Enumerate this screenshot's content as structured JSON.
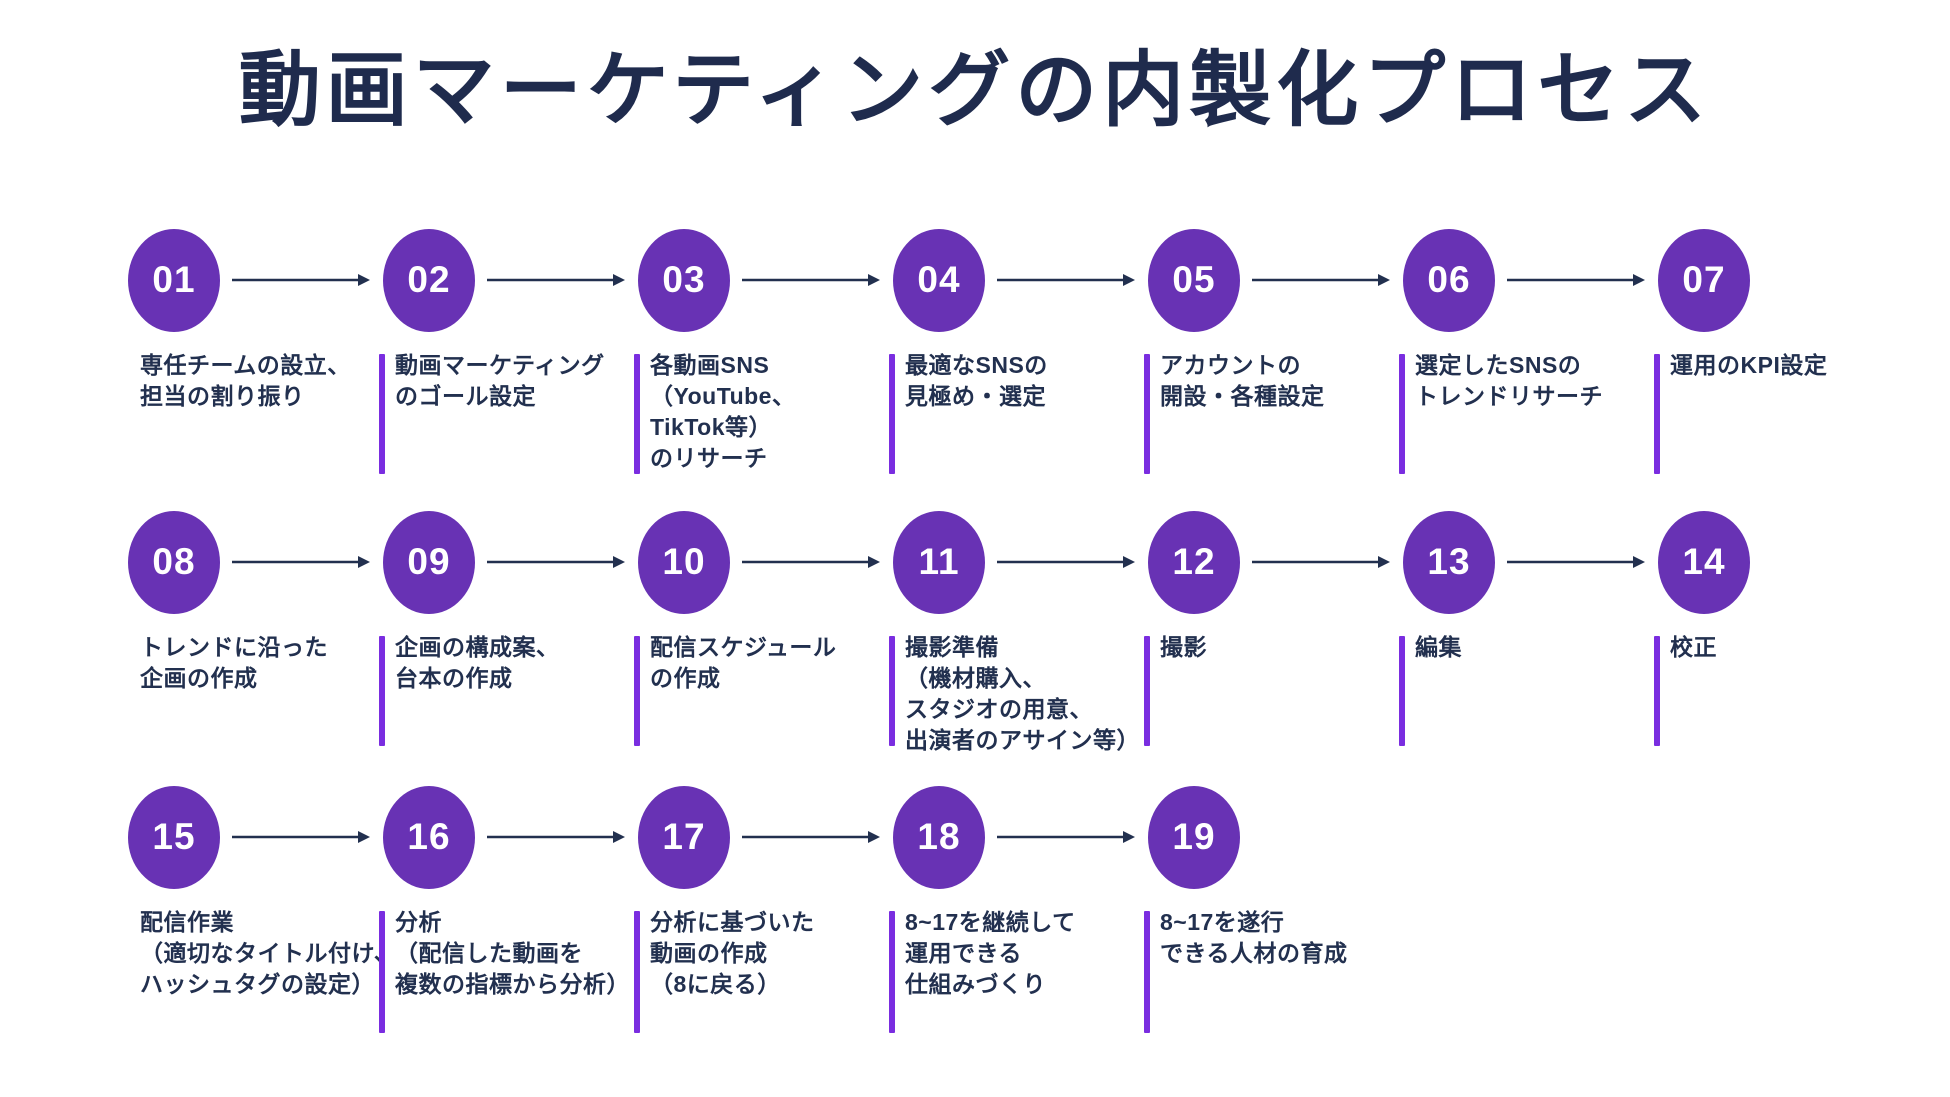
{
  "title": "動画マーケティングの内製化プロセス",
  "colors": {
    "background": "#ffffff",
    "title_text": "#1f2b4d",
    "step_text": "#22304f",
    "arrow": "#22304f",
    "circle_fill": "#6832b4",
    "circle_number_text": "#ffffff",
    "bar": "#7a2de0"
  },
  "rows": [
    {
      "steps": [
        {
          "number": "01",
          "lines": [
            "専任チームの設立、",
            "担当の割り振り"
          ],
          "has_bar": false
        },
        {
          "number": "02",
          "lines": [
            "動画マーケティング",
            "のゴール設定"
          ],
          "has_bar": true
        },
        {
          "number": "03",
          "lines": [
            "各動画SNS",
            "（YouTube、",
            "TikTok等）",
            "のリサーチ"
          ],
          "has_bar": true
        },
        {
          "number": "04",
          "lines": [
            "最適なSNSの",
            "見極め・選定"
          ],
          "has_bar": true
        },
        {
          "number": "05",
          "lines": [
            "アカウントの",
            "開設・各種設定"
          ],
          "has_bar": true
        },
        {
          "number": "06",
          "lines": [
            "選定したSNSの",
            "トレンドリサーチ"
          ],
          "has_bar": true
        },
        {
          "number": "07",
          "lines": [
            "運用のKPI設定"
          ],
          "has_bar": true
        }
      ]
    },
    {
      "steps": [
        {
          "number": "08",
          "lines": [
            "トレンドに沿った",
            "企画の作成"
          ],
          "has_bar": false
        },
        {
          "number": "09",
          "lines": [
            "企画の構成案、",
            "台本の作成"
          ],
          "has_bar": true
        },
        {
          "number": "10",
          "lines": [
            "配信スケジュール",
            "の作成"
          ],
          "has_bar": true
        },
        {
          "number": "11",
          "lines": [
            "撮影準備",
            "（機材購入、",
            "スタジオの用意、",
            "出演者のアサイン等）"
          ],
          "has_bar": true
        },
        {
          "number": "12",
          "lines": [
            "撮影"
          ],
          "has_bar": true
        },
        {
          "number": "13",
          "lines": [
            "編集"
          ],
          "has_bar": true
        },
        {
          "number": "14",
          "lines": [
            "校正"
          ],
          "has_bar": true
        }
      ]
    },
    {
      "steps": [
        {
          "number": "15",
          "lines": [
            "配信作業",
            "（適切なタイトル付け、",
            "ハッシュタグの設定）"
          ],
          "has_bar": false
        },
        {
          "number": "16",
          "lines": [
            "分析",
            "（配信した動画を",
            "複数の指標から分析）"
          ],
          "has_bar": true
        },
        {
          "number": "17",
          "lines": [
            "分析に基づいた",
            "動画の作成",
            "（8に戻る）"
          ],
          "has_bar": true
        },
        {
          "number": "18",
          "lines": [
            "8~17を継続して",
            "運用できる",
            "仕組みづくり"
          ],
          "has_bar": true
        },
        {
          "number": "19",
          "lines": [
            "8~17を遂行",
            "できる人材の育成"
          ],
          "has_bar": true
        }
      ]
    }
  ]
}
